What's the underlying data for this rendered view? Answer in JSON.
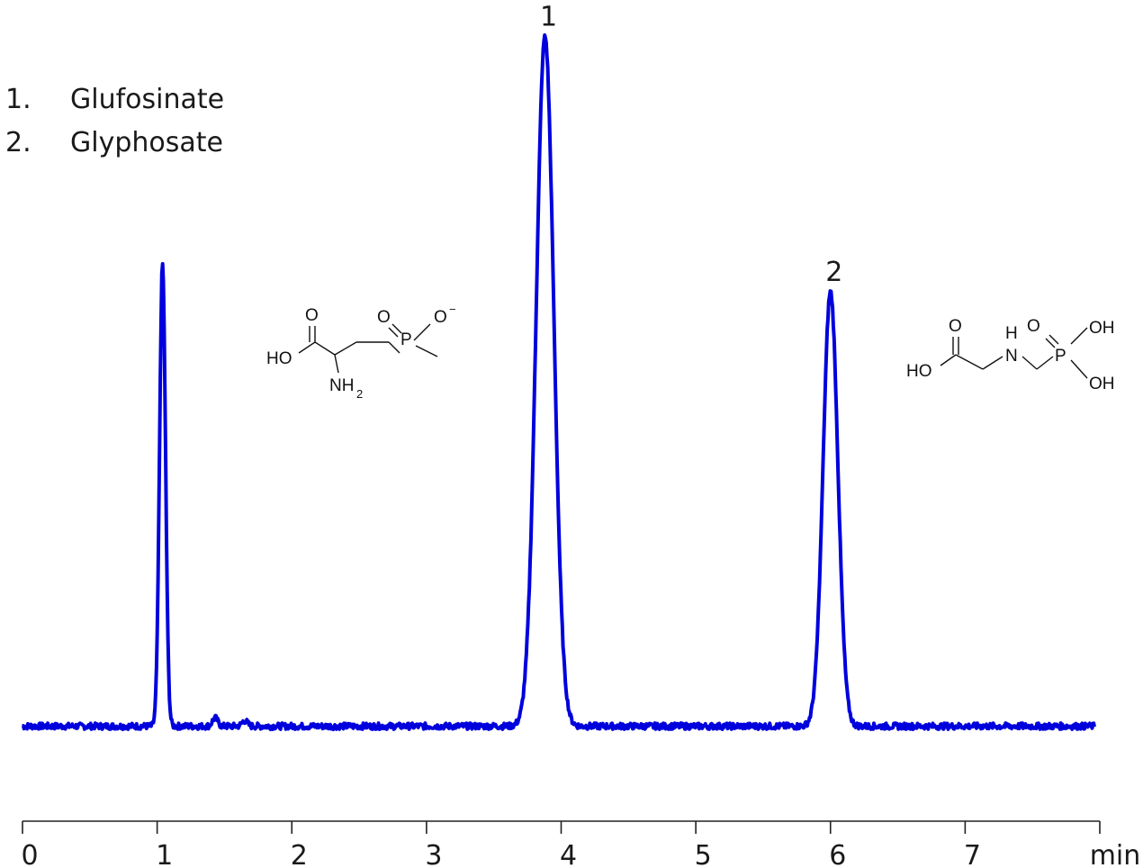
{
  "chart_data": {
    "type": "line",
    "title": "",
    "xlabel": "min",
    "ylabel": "",
    "xlim": [
      0,
      8
    ],
    "ylim": [
      0,
      100
    ],
    "x_ticks": [
      0,
      1,
      2,
      3,
      4,
      5,
      6,
      7
    ],
    "x_tick_labels": [
      "0",
      "1",
      "2",
      "3",
      "4",
      "5",
      "6",
      "7"
    ],
    "y_axis_visible": false,
    "grid": false,
    "series": [
      {
        "color": "#0000dd",
        "baseline": 1.5,
        "peaks": [
          {
            "rt": 1.04,
            "height": 67,
            "width": 0.022
          },
          {
            "rt": 1.43,
            "height": 1.2,
            "width": 0.02
          },
          {
            "rt": 1.65,
            "height": 0.8,
            "width": 0.02
          },
          {
            "rt": 3.88,
            "height": 100,
            "width": 0.065
          },
          {
            "rt": 6.0,
            "height": 63,
            "width": 0.055
          }
        ],
        "x_range": [
          0,
          8
        ]
      }
    ],
    "peak_labels": [
      {
        "text": "1",
        "x": 3.88
      },
      {
        "text": "2",
        "x": 6.0
      }
    ],
    "legend": {
      "placement": "top-left",
      "entries": [
        {
          "num": "1.",
          "name": "Glufosinate"
        },
        {
          "num": "2.",
          "name": "Glyphosate"
        }
      ]
    },
    "annotations": {
      "glufosinate_structure": {
        "ho": "HO",
        "o": "O",
        "nh": "NH",
        "nh_sub": "2",
        "p": "P",
        "o_minus": "O",
        "minus": "−"
      },
      "glyphosate_structure": {
        "ho": "HO",
        "o": "O",
        "h": "H",
        "n": "N",
        "p": "P",
        "oh1": "OH",
        "oh2": "OH"
      }
    }
  }
}
